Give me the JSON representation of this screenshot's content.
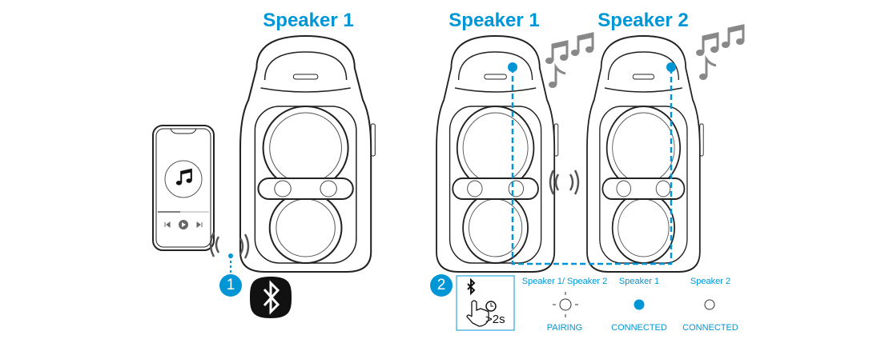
{
  "titles": {
    "left_speaker": "Speaker 1",
    "right_speaker1": "Speaker 1",
    "right_speaker2": "Speaker 2"
  },
  "steps": {
    "one": "1",
    "two": "2"
  },
  "press": {
    "duration": ">2s",
    "icon": "bluetooth-press-hold-icon"
  },
  "indicators": [
    {
      "header": "Speaker 1/ Speaker 2",
      "status": "PAIRING",
      "led": "flashing"
    },
    {
      "header": "Speaker 1",
      "status": "CONNECTED",
      "led": "solid"
    },
    {
      "header": "Speaker 2",
      "status": "CONNECTED",
      "led": "off"
    }
  ],
  "colors": {
    "accent": "#0096d6",
    "outline": "#222222",
    "note": "#888888"
  }
}
